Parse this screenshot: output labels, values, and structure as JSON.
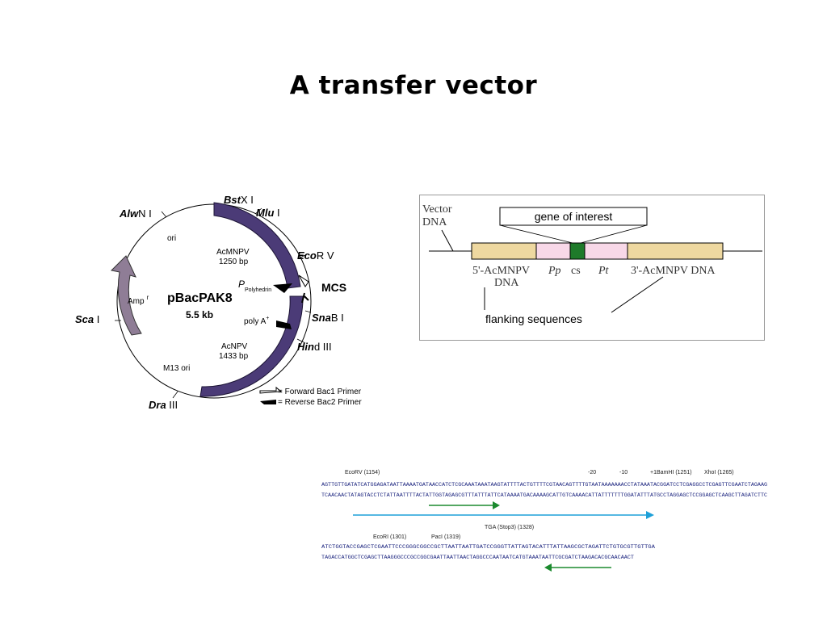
{
  "title": "A transfer vector",
  "plasmid": {
    "name": "pBacPAK8",
    "size": "5.5 kb",
    "sites": {
      "bstx": {
        "italic": "Bst",
        "rest": "X I"
      },
      "mlu": {
        "italic": "Mlu",
        "rest": " I"
      },
      "eco": {
        "italic": "Eco",
        "rest": "R V"
      },
      "mcs": "MCS",
      "sna": {
        "italic": "Sna",
        "rest": "B I"
      },
      "hind": {
        "italic": "Hin",
        "rest": "d III"
      },
      "dra": {
        "italic": "Dra",
        "rest": " III"
      },
      "sca": {
        "italic": "Sca",
        "rest": " I"
      },
      "alw": {
        "italic": "Alw",
        "rest": "N I"
      }
    },
    "labels": {
      "ori": "ori",
      "acmnpv_a": "AcMNPV",
      "acmnpv_a_bp": "1250 bp",
      "p": "P",
      "p_sub": "Polyhedrin",
      "polya": "poly A",
      "polya_sup": "+",
      "acnpv": "AcNPV",
      "acnpv_bp": "1433 bp",
      "m13": "M13 ori",
      "amp": "Amp",
      "amp_sup": "r"
    },
    "legend": {
      "forward": "= Forward Bac1 Primer",
      "reverse": "= Reverse Bac2 Primer"
    }
  },
  "insert_diagram": {
    "vector_dna": [
      "Vector",
      "DNA"
    ],
    "gene_of_interest": "gene of interest",
    "flank_left": [
      "5'-AcMNPV",
      "DNA"
    ],
    "pp": "Pp",
    "cs": "cs",
    "pt": "Pt",
    "flank_right": "3'-AcMNPV DNA",
    "flanking_sequences": "flanking sequences"
  },
  "sequence": {
    "row1_labels": {
      "ecorv": "EcoRV (1154)",
      "m20": "-20",
      "m10": "-10",
      "bamhi": "+1BamHI (1251)",
      "xhoi": "XhoI (1265)"
    },
    "row1_top": "AGTTGTTGATATCATGGAGATAATTAAAATGATAACCATCTCGCAAATAAATAAGTATTTTACTGTTTTCGTAACAGTTTTGTAATAAAAAAACCTATAAATACGGATCCTCGAGGCCTCGAGTTCGAATCTAGAAG",
    "row1_bottom": "TCAACAACTATAGTACCTCTATTAATTTTACTATTGGTAGAGCGTTTATTTATTCATAAAATGACAAAAGCATTGTCAAAACATTATTTTTTTGGATATTTATGCCTAGGAGCTCCGGAGCTCAAGCTTAGATCTTC",
    "row2_labels": {
      "tga": "TGA (Stop3) (1328)",
      "ecori": "EcoRI (1301)",
      "paci": "PacI (1319)"
    },
    "row2_top": "ATCTGGTACCGAGCTCGAATTCCCGGGCGGCCGCTTAATTAATTGATCCGGGTTATTAGTACATTTATTAAGCGCTAGATTCTGTGCGTTGTTGA",
    "row2_bottom": "TAGACCATGGCTCGAGCTTAAGGGCCCGCCGGCGAATTAATTAACTAGGCCCAATAATCATGTAAATAATTCGCGATCTAAGACACGCAACAACT"
  }
}
